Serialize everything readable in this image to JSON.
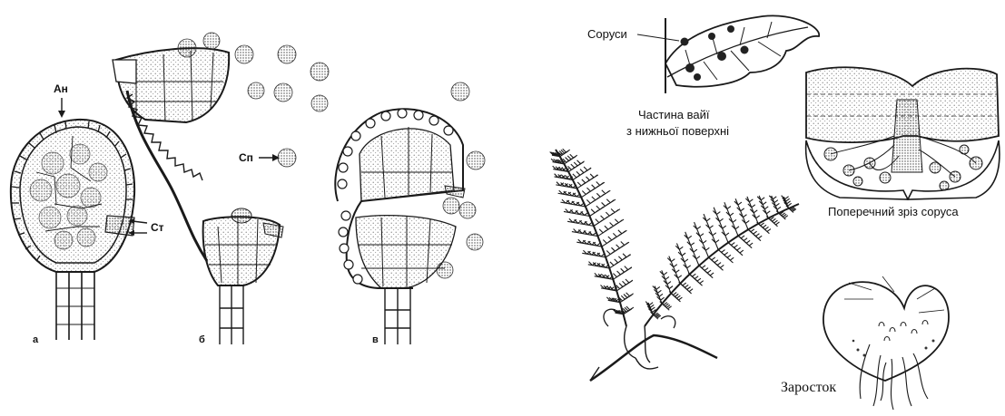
{
  "left_figure": {
    "label_an": "Ан",
    "label_st": "Ст",
    "label_sp": "Сп",
    "panel_a": "а",
    "panel_b": "б",
    "panel_v": "в"
  },
  "right_figure": {
    "label_sori": "Соруси",
    "caption_frond_line1": "Частина вайї",
    "caption_frond_line2": "з нижньої поверхні",
    "caption_sorus": "Поперечний зріз соруса",
    "caption_prothallus": "Заросток"
  },
  "colors": {
    "ink": "#1a1a1a",
    "fill": "#ffffff",
    "stipple": "#555555"
  }
}
